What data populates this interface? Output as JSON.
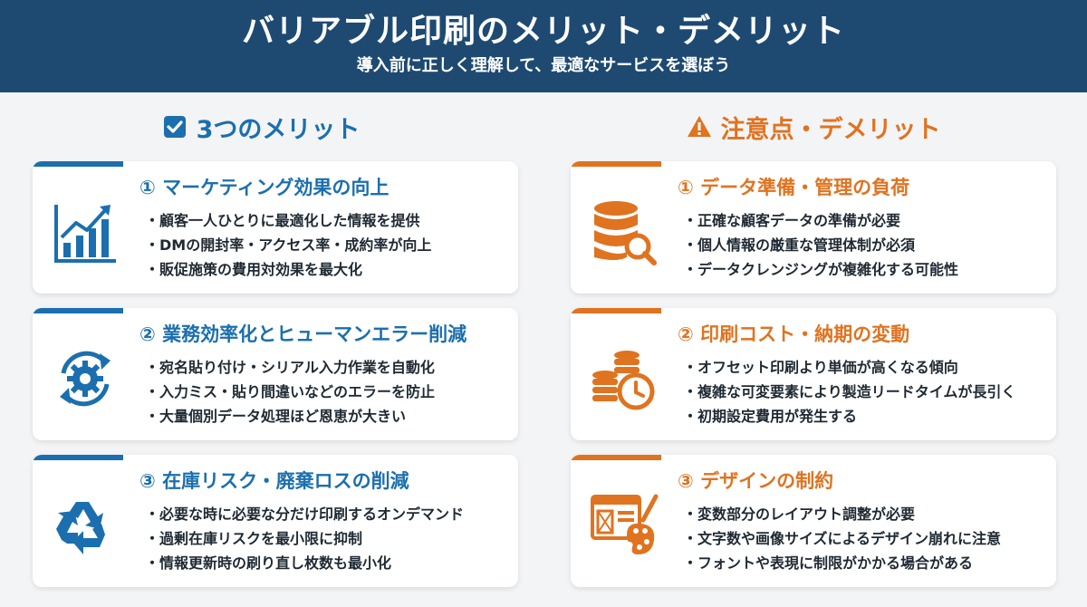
{
  "header": {
    "title": "バリアブル印刷のメリット・デメリット",
    "subtitle": "導入前に正しく理解して、最適なサービスを選ぼう"
  },
  "merits": {
    "heading": "3つのメリット",
    "heading_icon": "checkbox-icon",
    "accent": "#1b6fae",
    "cards": [
      {
        "title": "① マーケティング効果の向上",
        "icon": "growth-chart-icon",
        "points": [
          "顧客一人ひとりに最適化した情報を提供",
          "DMの開封率・アクセス率・成約率が向上",
          "販促施策の費用対効果を最大化"
        ]
      },
      {
        "title": "② 業務効率化とヒューマンエラー削減",
        "icon": "gear-cycle-icon",
        "points": [
          "宛名貼り付け・シリアル入力作業を自動化",
          "入力ミス・貼り間違いなどのエラーを防止",
          "大量個別データ処理ほど恩恵が大きい"
        ]
      },
      {
        "title": "③ 在庫リスク・廃棄ロスの削減",
        "icon": "recycle-icon",
        "points": [
          "必要な時に必要な分だけ印刷するオンデマンド",
          "過剰在庫リスクを最小限に抑制",
          "情報更新時の刷り直し枚数も最小化"
        ]
      }
    ]
  },
  "demerits": {
    "heading": "注意点・デメリット",
    "heading_icon": "warning-icon",
    "accent": "#e07320",
    "cards": [
      {
        "title": "① データ準備・管理の負荷",
        "icon": "database-search-icon",
        "points": [
          "正確な顧客データの準備が必要",
          "個人情報の厳重な管理体制が必須",
          "データクレンジングが複雑化する可能性"
        ]
      },
      {
        "title": "② 印刷コスト・納期の変動",
        "icon": "coins-clock-icon",
        "points": [
          "オフセット印刷より単価が高くなる傾向",
          "複雑な可変要素により製造リードタイムが長引く",
          "初期設定費用が発生する"
        ]
      },
      {
        "title": "③ デザインの制約",
        "icon": "layout-palette-icon",
        "points": [
          "変数部分のレイアウト調整が必要",
          "文字数や画像サイズによるデザイン崩れに注意",
          "フォントや表現に制限がかかる場合がある"
        ]
      }
    ]
  }
}
